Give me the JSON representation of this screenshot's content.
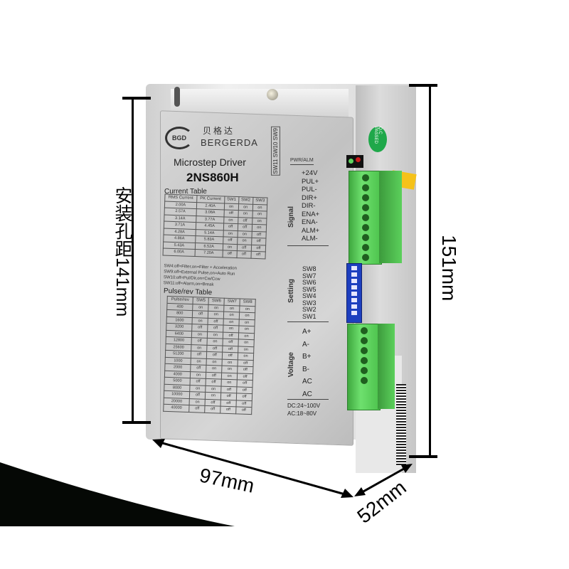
{
  "product": {
    "brand_cn": "贝格达",
    "brand_en": "BERGERDA",
    "logo_text": "BGD",
    "product_name": "Microstep Driver",
    "model": "2NS860H",
    "side_switch_labels": "SW11 SW10 SW9",
    "pwr_alm_label": "PWR/ALM",
    "qc_sticker": "Q.C PASSED",
    "colors": {
      "terminal_green": "#4cc24c",
      "dip_switch_blue": "#1d3fbf",
      "led_red": "#c81c1c",
      "led_green": "#5fd35f",
      "qc_green": "#1fa84a",
      "tag_yellow": "#f5c21a"
    }
  },
  "current_table": {
    "title": "Current Table",
    "headers": [
      "RMS Current",
      "PK Current",
      "SW1",
      "SW2",
      "SW3"
    ],
    "rows": [
      [
        "2.00A",
        "2.40A",
        "on",
        "on",
        "on"
      ],
      [
        "2.57A",
        "3.08A",
        "off",
        "on",
        "on"
      ],
      [
        "3.14A",
        "3.77A",
        "on",
        "off",
        "on"
      ],
      [
        "3.71A",
        "4.45A",
        "off",
        "off",
        "on"
      ],
      [
        "4.28A",
        "5.14A",
        "on",
        "on",
        "off"
      ],
      [
        "4.86A",
        "5.83A",
        "off",
        "on",
        "off"
      ],
      [
        "5.43A",
        "6.52A",
        "on",
        "off",
        "off"
      ],
      [
        "6.00A",
        "7.20A",
        "off",
        "off",
        "off"
      ]
    ]
  },
  "notes": [
    "SW4:off=Filter,on=Filter + Acceleration",
    "SW9:off=External Pulse,on=Auto Run",
    "SW10:off=Pul/Dir,on=Cw/Ccw",
    "SW11:off=Alarm,on=Break"
  ],
  "pulse_table": {
    "title": "Pulse/rev Table",
    "headers": [
      "Pulse/rev",
      "SW5",
      "SW6",
      "SW7",
      "SW8"
    ],
    "rows": [
      [
        "400",
        "on",
        "on",
        "on",
        "on"
      ],
      [
        "800",
        "off",
        "on",
        "on",
        "on"
      ],
      [
        "1600",
        "on",
        "off",
        "on",
        "on"
      ],
      [
        "3200",
        "off",
        "off",
        "on",
        "on"
      ],
      [
        "6400",
        "on",
        "on",
        "off",
        "on"
      ],
      [
        "12800",
        "off",
        "on",
        "off",
        "on"
      ],
      [
        "25600",
        "on",
        "off",
        "off",
        "on"
      ],
      [
        "51200",
        "off",
        "off",
        "off",
        "on"
      ],
      [
        "1000",
        "on",
        "on",
        "on",
        "off"
      ],
      [
        "2000",
        "off",
        "on",
        "on",
        "off"
      ],
      [
        "4000",
        "on",
        "off",
        "on",
        "off"
      ],
      [
        "5000",
        "off",
        "off",
        "on",
        "off"
      ],
      [
        "8000",
        "on",
        "on",
        "off",
        "off"
      ],
      [
        "10000",
        "off",
        "on",
        "off",
        "off"
      ],
      [
        "20000",
        "on",
        "off",
        "off",
        "off"
      ],
      [
        "40000",
        "off",
        "off",
        "off",
        "off"
      ]
    ]
  },
  "terminals": {
    "signal": {
      "title": "Signal",
      "pins": [
        "+24V",
        "PUL+",
        "PUL-",
        "DIR+",
        "DIR-",
        "ENA+",
        "ENA-",
        "ALM+",
        "ALM-"
      ]
    },
    "setting": {
      "title": "Setting",
      "pins": [
        "SW8",
        "SW7",
        "SW6",
        "SW5",
        "SW4",
        "SW3",
        "SW2",
        "SW1"
      ]
    },
    "voltage": {
      "title": "Voltage",
      "pins": [
        "A+",
        "A-",
        "B+",
        "B-",
        "AC",
        "AC"
      ],
      "spec_dc": "DC:24~100V",
      "spec_ac": "AC:18~80V"
    }
  },
  "dimensions": {
    "mount_hole_label": "安装孔距141mm",
    "height": "151mm",
    "width": "97mm",
    "depth": "52mm"
  }
}
